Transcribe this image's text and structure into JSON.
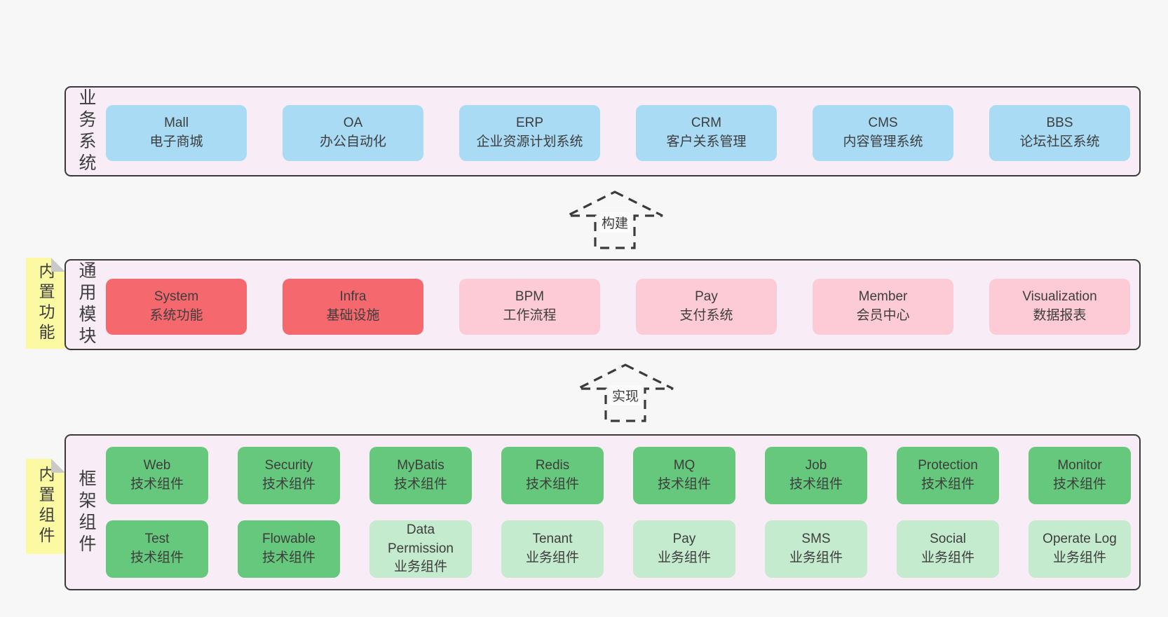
{
  "colors": {
    "page_bg": "#f7f7f7",
    "band_bg": "#f8edf6",
    "band_border": "#3a3a3a",
    "box_blue": "#a9dbf5",
    "box_red": "#f5696e",
    "box_pink": "#fccbd5",
    "box_green_dark": "#66c87c",
    "box_green_light": "#c5ebcf",
    "sticky_yellow": "#fbf9a1",
    "sticky_fold_gray": "#c9c9c9",
    "text": "#3d3d3d"
  },
  "arrows": [
    {
      "label": "构建"
    },
    {
      "label": "实现"
    }
  ],
  "bands": [
    {
      "label": "业务系统",
      "boxes": [
        {
          "en": "Mall",
          "zh": "电子商城"
        },
        {
          "en": "OA",
          "zh": "办公自动化"
        },
        {
          "en": "ERP",
          "zh": "企业资源计划系统"
        },
        {
          "en": "CRM",
          "zh": "客户关系管理"
        },
        {
          "en": "CMS",
          "zh": "内容管理系统"
        },
        {
          "en": "BBS",
          "zh": "论坛社区系统"
        }
      ]
    },
    {
      "label": "通用模块",
      "sticky": "内置功能",
      "boxes": [
        {
          "en": "System",
          "zh": "系统功能",
          "kind": "core"
        },
        {
          "en": "Infra",
          "zh": "基础设施",
          "kind": "core"
        },
        {
          "en": "BPM",
          "zh": "工作流程",
          "kind": "module"
        },
        {
          "en": "Pay",
          "zh": "支付系统",
          "kind": "module"
        },
        {
          "en": "Member",
          "zh": "会员中心",
          "kind": "module"
        },
        {
          "en": "Visualization",
          "zh": "数据报表",
          "kind": "module"
        }
      ]
    },
    {
      "label": "框架组件",
      "sticky": "内置组件",
      "rows": [
        [
          {
            "en": "Web",
            "zh": "技术组件",
            "kind": "tech"
          },
          {
            "en": "Security",
            "zh": "技术组件",
            "kind": "tech"
          },
          {
            "en": "MyBatis",
            "zh": "技术组件",
            "kind": "tech"
          },
          {
            "en": "Redis",
            "zh": "技术组件",
            "kind": "tech"
          },
          {
            "en": "MQ",
            "zh": "技术组件",
            "kind": "tech"
          },
          {
            "en": "Job",
            "zh": "技术组件",
            "kind": "tech"
          },
          {
            "en": "Protection",
            "zh": "技术组件",
            "kind": "tech"
          },
          {
            "en": "Monitor",
            "zh": "技术组件",
            "kind": "tech"
          }
        ],
        [
          {
            "en": "Test",
            "zh": "技术组件",
            "kind": "tech"
          },
          {
            "en": "Flowable",
            "zh": "技术组件",
            "kind": "tech"
          },
          {
            "en": "Data Permission",
            "zh": "业务组件",
            "kind": "biz"
          },
          {
            "en": "Tenant",
            "zh": "业务组件",
            "kind": "biz"
          },
          {
            "en": "Pay",
            "zh": "业务组件",
            "kind": "biz"
          },
          {
            "en": "SMS",
            "zh": "业务组件",
            "kind": "biz"
          },
          {
            "en": "Social",
            "zh": "业务组件",
            "kind": "biz"
          },
          {
            "en": "Operate Log",
            "zh": "业务组件",
            "kind": "biz"
          }
        ]
      ]
    }
  ]
}
